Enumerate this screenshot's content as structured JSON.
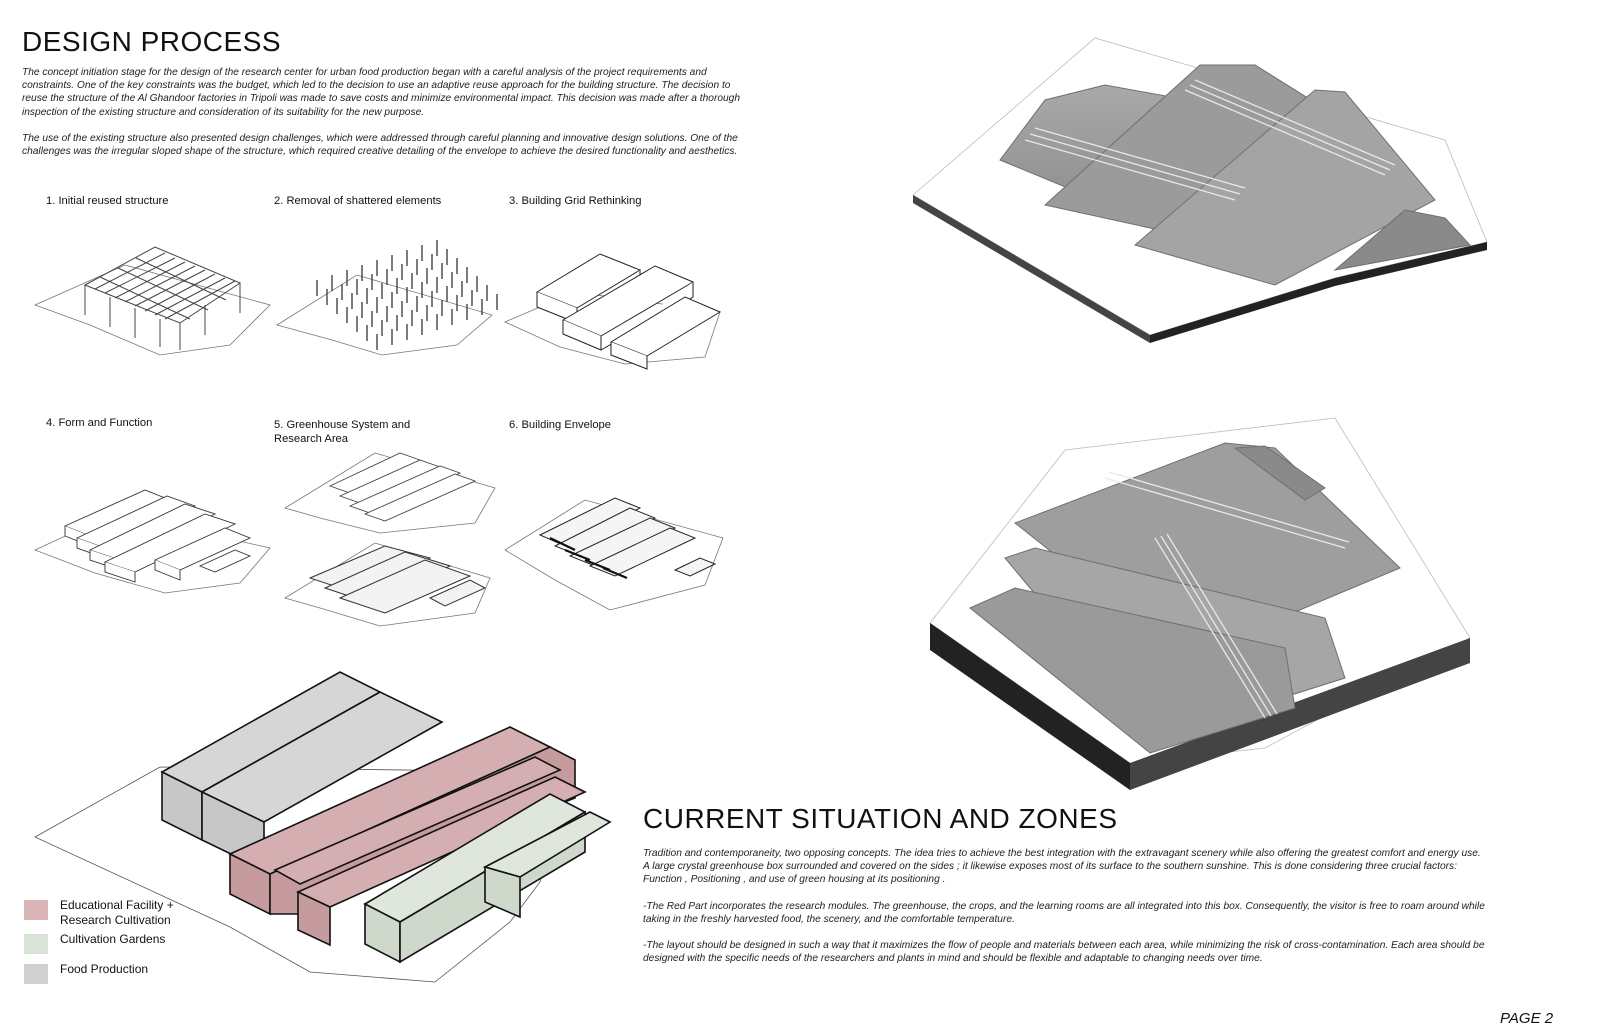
{
  "design_process": {
    "title": "DESIGN PROCESS",
    "paragraphs": [
      "The concept initiation stage for the design of the research center for urban food production began with a careful analysis of the project requirements and constraints. One of the key constraints was the budget, which led to the decision to use an adaptive reuse approach for the building structure. The decision to reuse the structure of the Al Ghandoor factories in Tripoli was made to save costs and minimize environmental impact. This decision was made after a thorough inspection of the existing structure and consideration of its suitability for the new purpose.",
      "The use of the existing structure also presented design challenges, which were addressed through careful planning and innovative design solutions. One of the challenges was the irregular sloped shape of the structure, which required creative detailing of the envelope to achieve the desired functionality and aesthetics."
    ],
    "steps": [
      "1. Initial reused structure",
      "2. Removal of shattered elements",
      "3. Building Grid Rethinking",
      "4. Form and Function",
      "5. Greenhouse System and Research Area",
      "6. Building Envelope"
    ]
  },
  "legend": [
    {
      "label": "Educational Facility + Research Cultivation",
      "color": "#d8b4b6"
    },
    {
      "label": "Cultivation Gardens",
      "color": "#d9e3d7"
    },
    {
      "label": "Food Production",
      "color": "#d0d0d0"
    }
  ],
  "zones": {
    "title": "CURRENT SITUATION AND ZONES",
    "paragraphs": [
      "Tradition and contemporaneity, two opposing concepts. The idea tries to achieve the best integration with the extravagant scenery while also offering the greatest comfort and energy use. A large crystal greenhouse box surrounded and covered on the sides ; it likewise exposes most of its surface to the southern sunshine. This is done considering three crucial factors: Function , Positioning , and use of green housing at its positioning .",
      "-The Red Part incorporates the research modules. The greenhouse, the crops, and the learning rooms are all integrated into this box. Consequently, the visitor is free to roam around while taking in the freshly harvested food, the scenery, and the comfortable temperature.",
      "-The layout should be designed in such a way that it maximizes the flow of people and materials between each area, while minimizing the risk of cross-contamination. Each area should be designed with the specific needs of the researchers and plants in mind and should be flexible and adaptable to changing needs over time."
    ]
  },
  "page_label": "PAGE 2"
}
